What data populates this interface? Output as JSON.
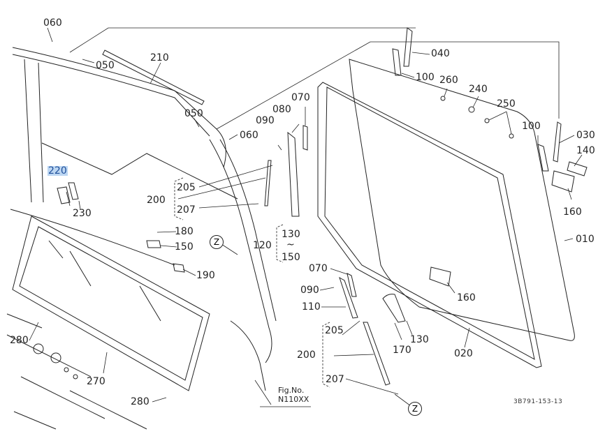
{
  "figure": {
    "fig_no_label": "Fig.No.",
    "fig_no_value": "N110XX",
    "drawing_code": "3B791-153-13",
    "view_callout": "Z",
    "highlighted_part": "220"
  },
  "labels": {
    "p060a": "060",
    "p050a": "050",
    "p210": "210",
    "p050b": "050",
    "p060b": "060",
    "p220": "220",
    "p230": "230",
    "p205a": "205",
    "p200a": "200",
    "p207a": "207",
    "p090a": "090",
    "p080": "080",
    "p070a": "070",
    "p040": "040",
    "p100a": "100",
    "p260": "260",
    "p240": "240",
    "p250": "250",
    "p100b": "100",
    "p030": "030",
    "p140": "140",
    "p160a": "160",
    "p010": "010",
    "p180": "180",
    "p150": "150",
    "p190": "190",
    "p120": "120",
    "p130a": "130",
    "tilde": "~",
    "p150b": "150",
    "p070b": "070",
    "p090b": "090",
    "p110": "110",
    "p160b": "160",
    "p130b": "130",
    "p170": "170",
    "p020": "020",
    "p205b": "205",
    "p200b": "200",
    "p207b": "207",
    "p280a": "280",
    "p270": "270",
    "p280b": "280"
  }
}
